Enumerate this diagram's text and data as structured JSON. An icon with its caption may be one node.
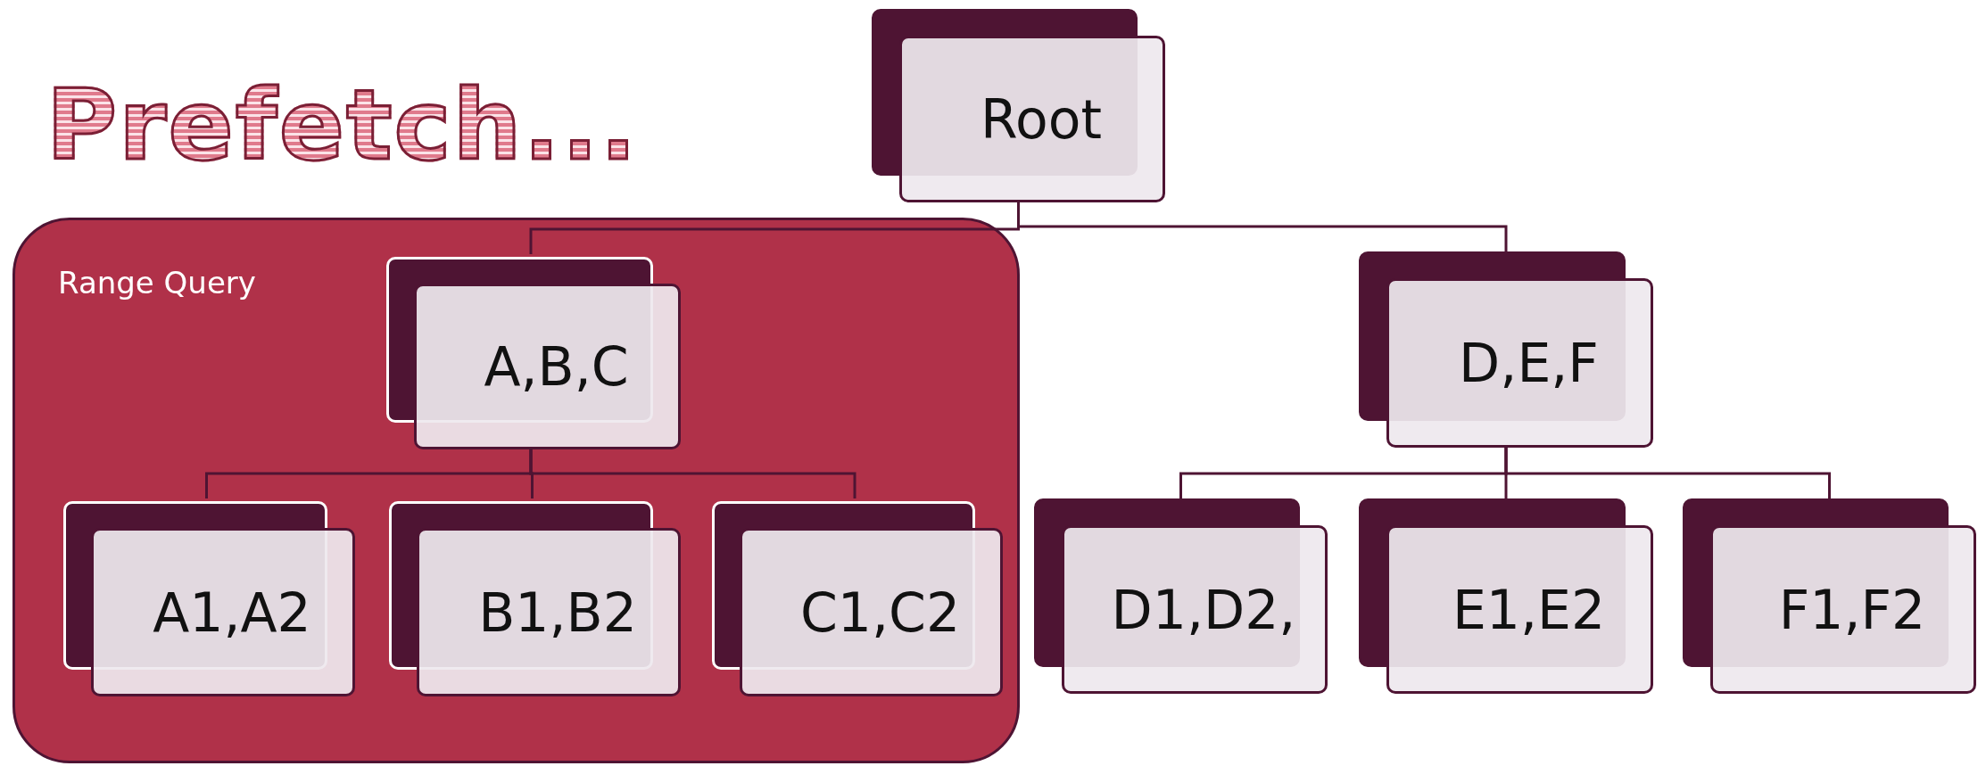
{
  "diagram": {
    "title": "Prefetch...",
    "nodes": [
      {
        "text": [
          "Root"
        ]
      },
      {
        "text": [
          "Range Query"
        ]
      },
      {
        "text": [
          "A,B,C"
        ],
        "in": 1
      },
      {
        "text": [
          "D,E,F"
        ]
      },
      {
        "text": [
          "A1,A2"
        ],
        "in": 1
      },
      {
        "text": [
          "B1,B2"
        ],
        "in": 1
      },
      {
        "text": [
          "C1,C2"
        ],
        "in": 1
      },
      {
        "text": [
          "D1,D2,"
        ]
      },
      {
        "text": [
          "E1,E2"
        ]
      },
      {
        "text": [
          "F1,F2"
        ]
      }
    ],
    "edges": [
      {
        "from": 0,
        "to": 2,
        "arrow": "none"
      },
      {
        "from": 0,
        "to": 3,
        "arrow": "none"
      },
      {
        "from": 2,
        "to": 4,
        "arrow": "none"
      },
      {
        "from": 2,
        "to": 5,
        "arrow": "none"
      },
      {
        "from": 2,
        "to": 6,
        "arrow": "none"
      },
      {
        "from": 3,
        "to": 7,
        "arrow": "none"
      },
      {
        "from": 3,
        "to": 8,
        "arrow": "none"
      },
      {
        "from": 3,
        "to": 9,
        "arrow": "none"
      }
    ]
  }
}
